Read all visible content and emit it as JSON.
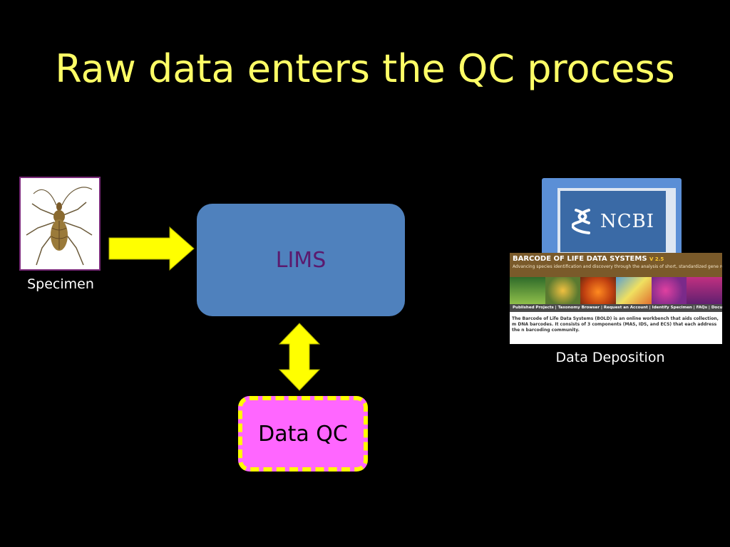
{
  "slide": {
    "title": "Raw data enters the QC process"
  },
  "specimen": {
    "label": "Specimen",
    "image_icon": "insect-specimen"
  },
  "lims": {
    "label": "LIMS"
  },
  "data_qc": {
    "label": "Data QC"
  },
  "ncbi": {
    "logo_text": "NCBI",
    "icon": "dna-helix-icon"
  },
  "bold": {
    "title": "BARCODE OF LIFE DATA SYSTEMS",
    "version": "V 2.5",
    "tagline": "Advancing species identification and discovery through the analysis of short, standardized gene regions",
    "nav": "Published Projects  |  Taxonomy Browser  |  Request an Account  |  Identify Specimen  |  FAQs  |  Documentation",
    "description": "The Barcode of Life Data Systems (BOLD) is an online workbench that aids collection, m DNA barcodes. It consists of 3 components (MAS, IDS, and ECS) that each address the n barcoding community."
  },
  "deposition": {
    "label": "Data Deposition"
  },
  "colors": {
    "background": "#000000",
    "title": "#ffff66",
    "arrow": "#ffff00",
    "lims_box": "#4f81bd",
    "lims_text": "#5b1a6e",
    "qc_box": "#ff66ff",
    "qc_border": "#ffff00"
  }
}
